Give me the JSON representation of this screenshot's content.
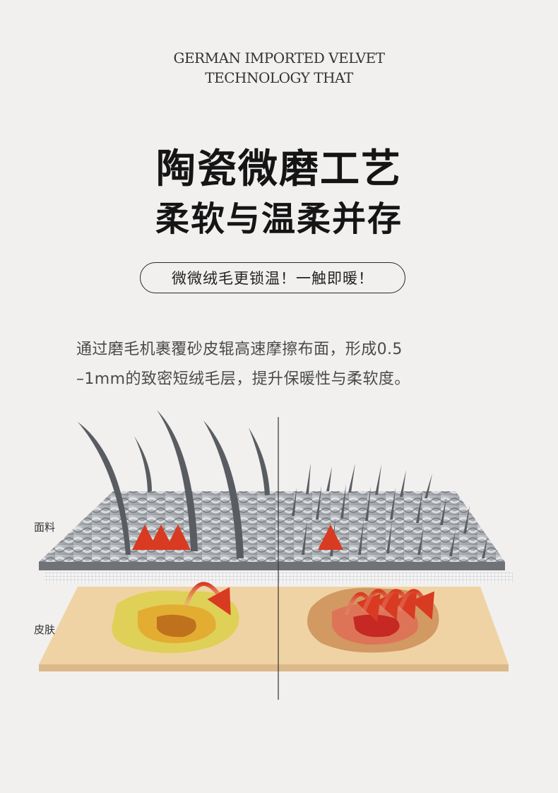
{
  "header": {
    "eyebrow_line1": "GERMAN IMPORTED VELVET",
    "eyebrow_line2": "TECHNOLOGY THAT"
  },
  "headline": {
    "line1": "陶瓷微磨工艺",
    "line2": "柔软与温柔并存"
  },
  "pill": {
    "text": "微微绒毛更锁温！一触即暖！"
  },
  "description": {
    "line1": "通过磨毛机裹覆砂皮辊高速摩擦布面，形成0.5",
    "line2": "–1mm的致密短绒毛层，提升保暖性与柔软度。"
  },
  "diagram": {
    "label_fabric": "面料",
    "label_skin": "皮肤",
    "colors": {
      "fabric": "#9a9ea3",
      "hair": "#55595e",
      "skin": "#f0d3a4",
      "heat_left_outer": "#d8d34a",
      "heat_left_inner": "#d07a1c",
      "heat_right_outer": "#e0906a",
      "heat_right_inner": "#c8302a",
      "arrow": "#d94a30"
    }
  }
}
